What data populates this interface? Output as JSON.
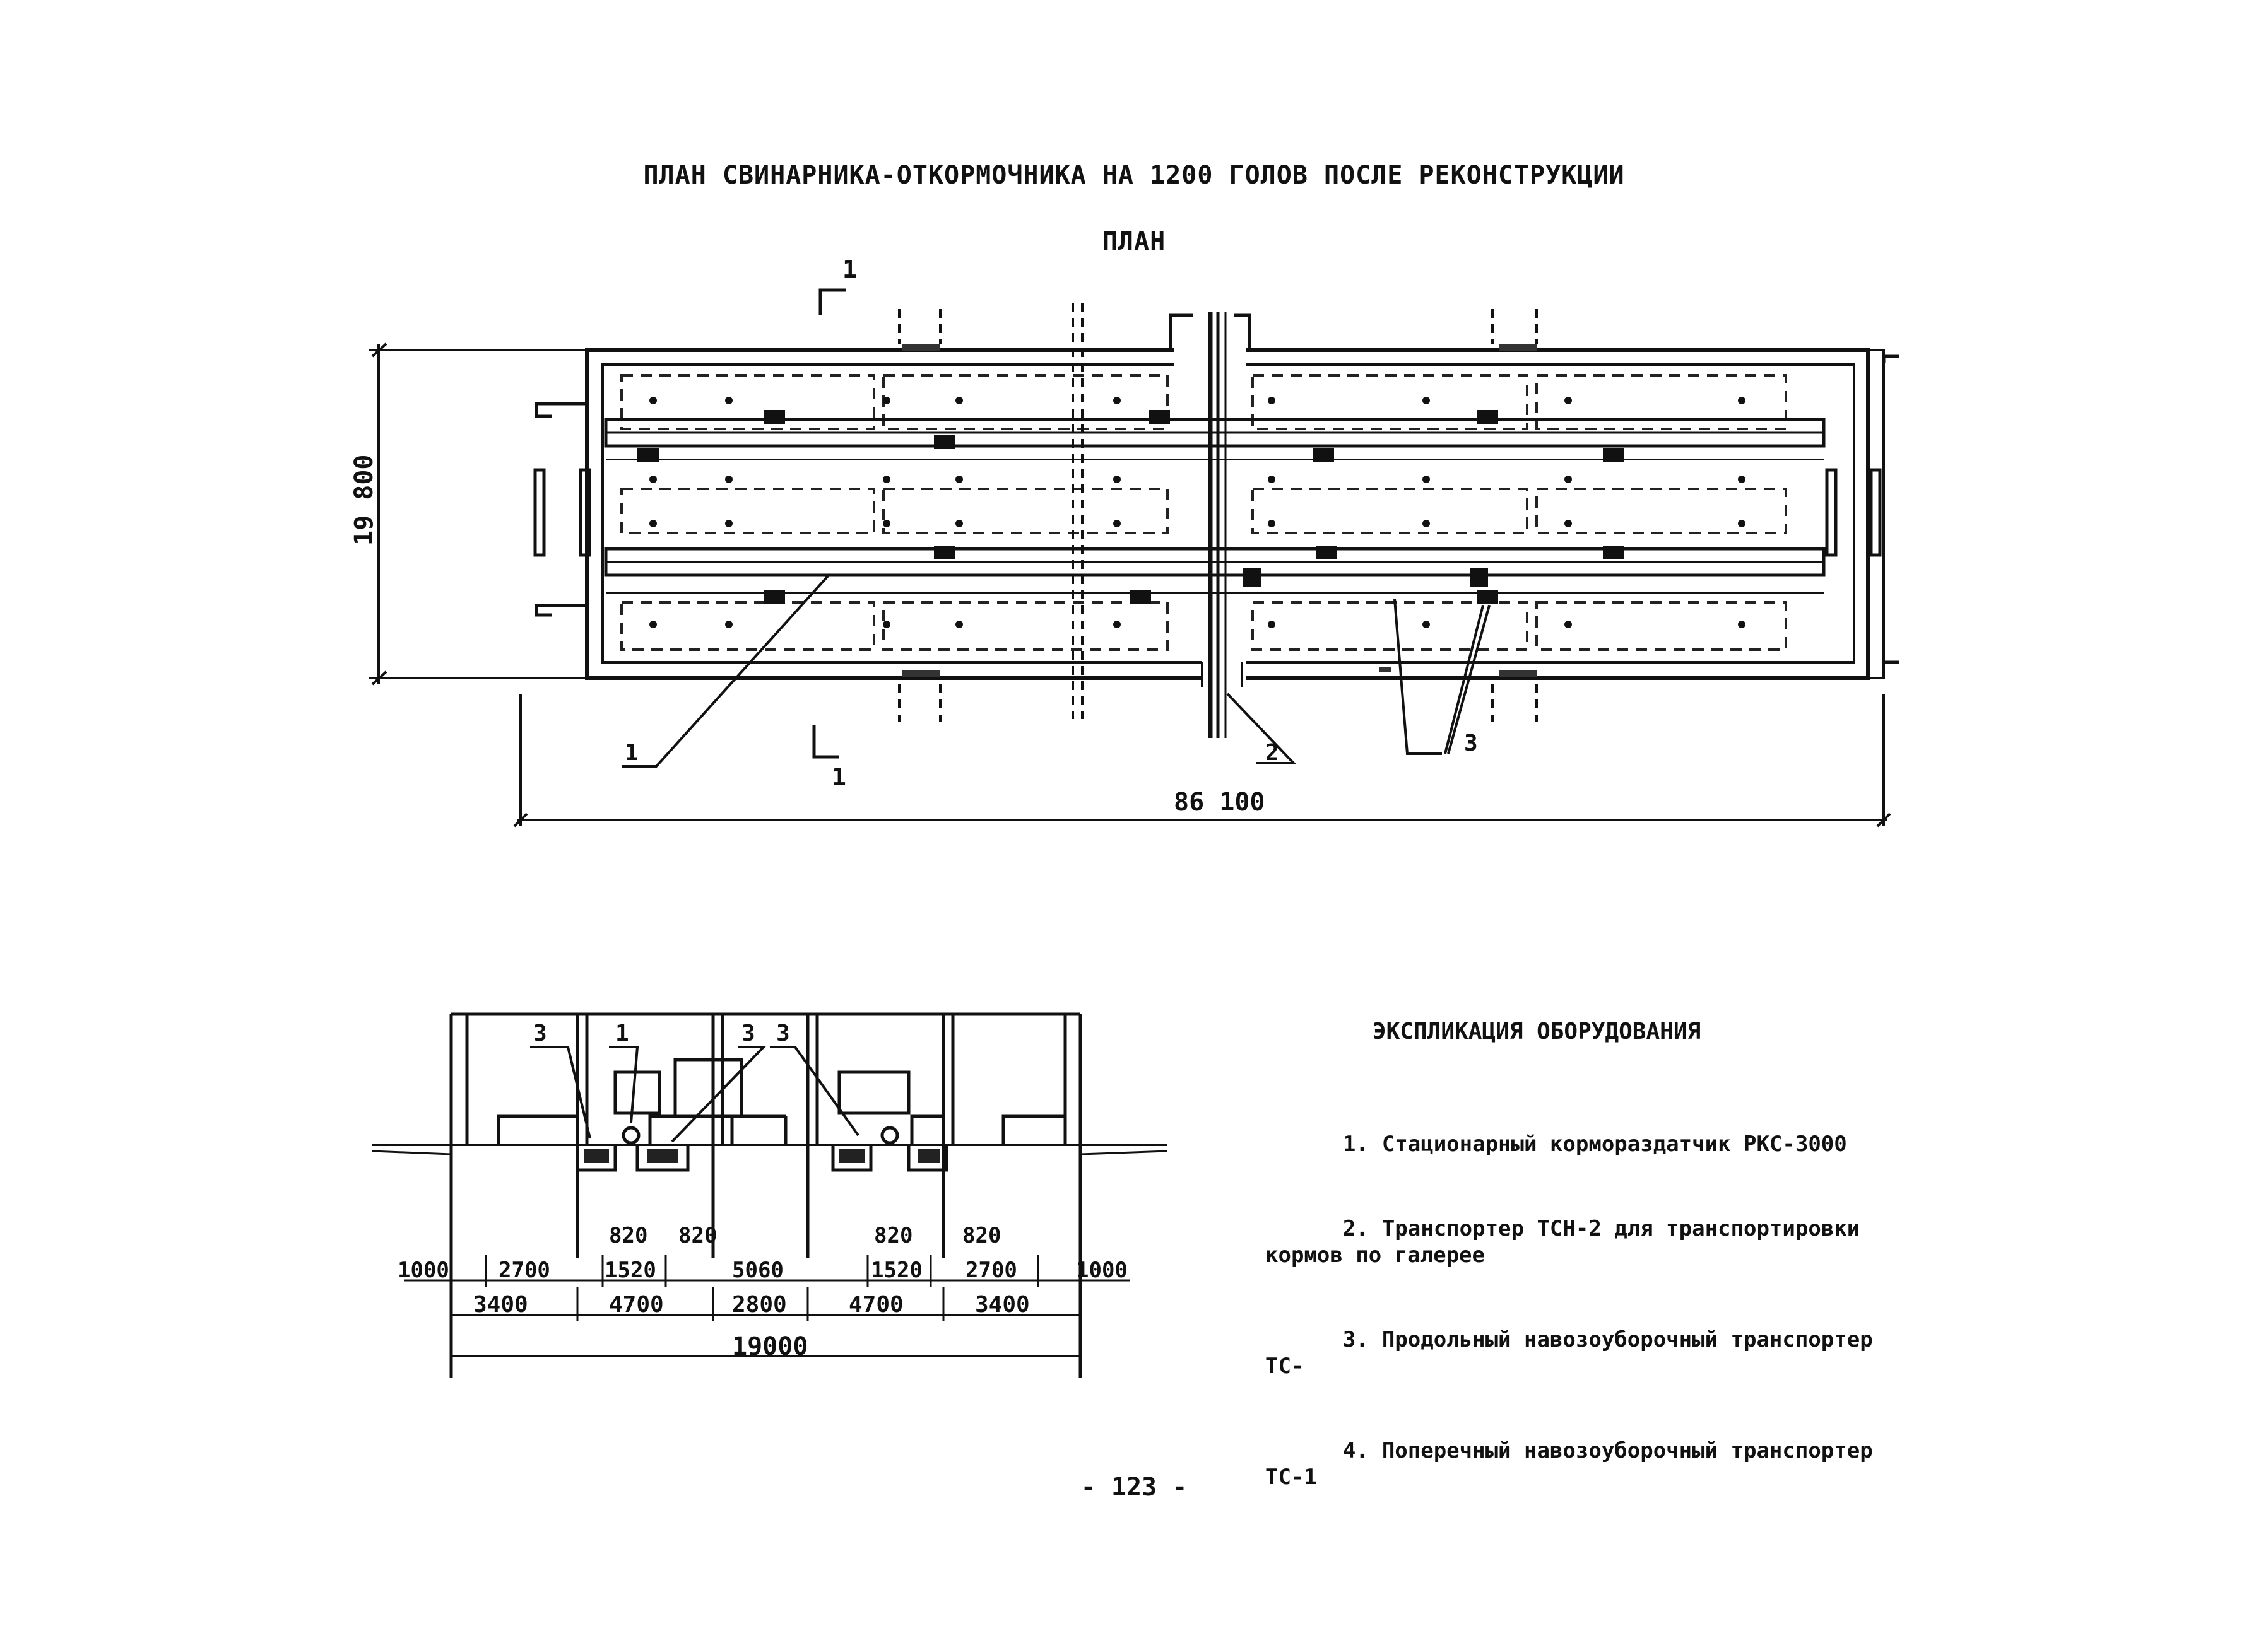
{
  "title": "ПЛАН СВИНАРНИКА-ОТКОРМОЧНИКА НА 1200 ГОЛОВ ПОСЛЕ РЕКОНСТРУКЦИИ",
  "plan_subtitle": "ПЛАН",
  "plan": {
    "dim_width": "86 100",
    "dim_height": "19 800",
    "section_mark_top": "1",
    "section_mark_bottom": "1",
    "callout_1": "1",
    "callout_2": "2",
    "callout_3": "3"
  },
  "section": {
    "callouts": [
      "3",
      "1",
      "3",
      "3"
    ],
    "row1_dims": [
      "1000",
      "2700",
      "820",
      "1520",
      "820",
      "5060",
      "820",
      "1520",
      "820",
      "2700",
      "1000"
    ],
    "row2_dims": [
      "3400",
      "4700",
      "2800",
      "4700",
      "3400"
    ],
    "total_dim": "19000"
  },
  "legend": {
    "title": "ЭКСПЛИКАЦИЯ ОБОРУДОВАНИЯ",
    "items": [
      {
        "num": "1.",
        "text": "Стационарный кормораздатчик РКС-3000"
      },
      {
        "num": "2.",
        "text": "Транспортер ТСН-2 для транспортировки\nкормов по галерее"
      },
      {
        "num": "3.",
        "text": "Продольный навозоуборочный транспортер ТС-"
      },
      {
        "num": "4.",
        "text": "Поперечный навозоуборочный транспортер ТС-1"
      }
    ]
  },
  "page_number": "- 123 -"
}
